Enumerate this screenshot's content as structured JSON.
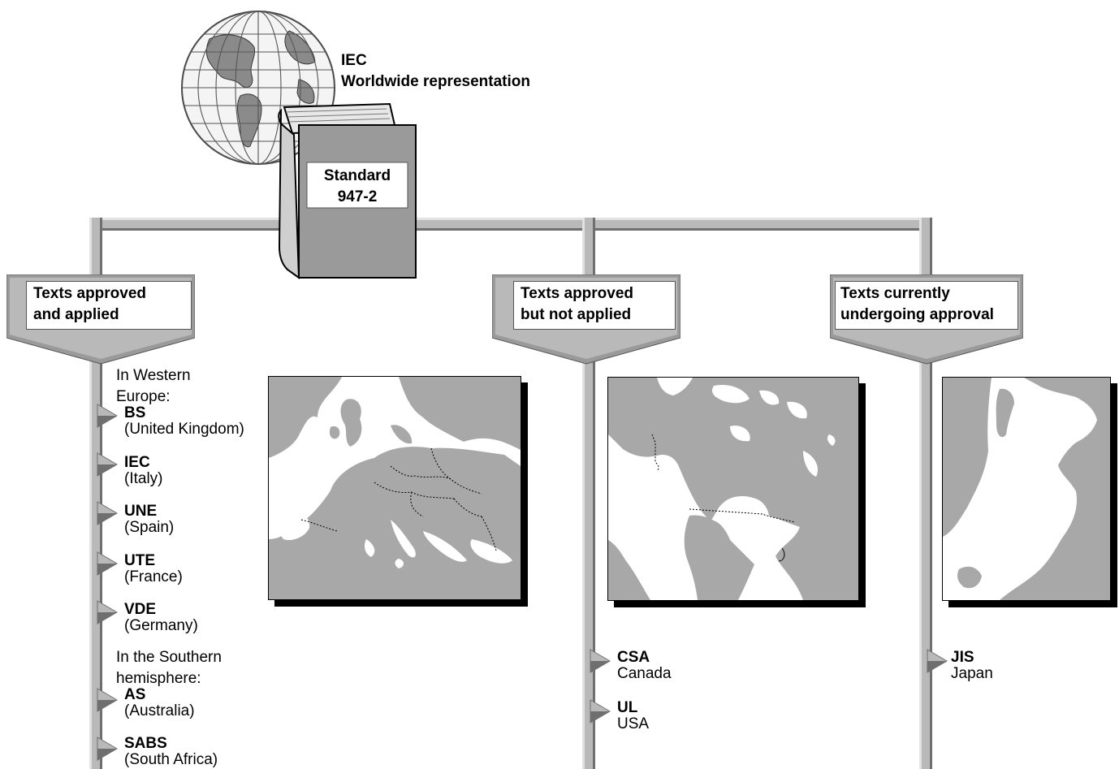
{
  "header": {
    "title_line1": "IEC",
    "title_line2": "Worldwide representation"
  },
  "book": {
    "line1": "Standard",
    "line2": "947-2"
  },
  "categories": [
    {
      "line1": "Texts approved",
      "line2": "and applied"
    },
    {
      "line1": "Texts approved",
      "line2": "but not applied"
    },
    {
      "line1": "Texts currently",
      "line2": "undergoing approval"
    }
  ],
  "left_column": {
    "group1_intro_line1": "In Western",
    "group1_intro_line2": "Europe:",
    "group2_intro_line1": "In the Southern",
    "group2_intro_line2": "hemisphere:",
    "entries": [
      {
        "code": "BS",
        "country": "(United Kingdom)"
      },
      {
        "code": "IEC",
        "country": "(Italy)"
      },
      {
        "code": "UNE",
        "country": "(Spain)"
      },
      {
        "code": "UTE",
        "country": "(France)"
      },
      {
        "code": "VDE",
        "country": "(Germany)"
      },
      {
        "code": "AS",
        "country": "(Australia)"
      },
      {
        "code": "SABS",
        "country": "(South Africa)"
      }
    ]
  },
  "middle_column": {
    "entries": [
      {
        "code": "CSA",
        "country": "Canada"
      },
      {
        "code": "UL",
        "country": "USA"
      }
    ]
  },
  "right_column": {
    "entries": [
      {
        "code": "JIS",
        "country": "Japan"
      }
    ]
  },
  "colors": {
    "bar_gray": "#b9b9b9",
    "land_gray": "#a8a8a8",
    "book_gray": "#9a9a9a"
  }
}
